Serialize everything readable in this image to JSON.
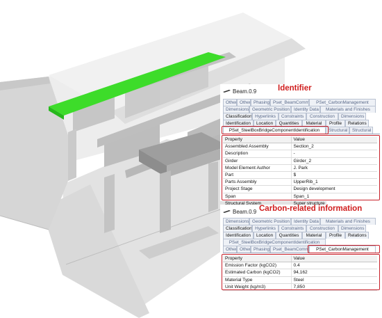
{
  "identifier_panel": {
    "heading": "Identifier",
    "object_name": "Beam.0.9",
    "tab_rows": [
      [
        "Other",
        "Other",
        "Phasing",
        "Pset_BeamCommon",
        "PSet_CarbonManagement"
      ],
      [
        "Dimensions",
        "Geometric Position",
        "Identity Data",
        "Materials and Finishes"
      ],
      [
        "Classification",
        "Hyperlinks",
        "Constraints",
        "Construction",
        "Dimensions"
      ],
      [
        "Identification",
        "Location",
        "Quantities",
        "Material",
        "Profile",
        "Relations"
      ],
      [
        "PSet_SteelBoxBridgeComponentIdentification",
        "Structural",
        "Structural"
      ]
    ],
    "table_header": [
      "Property",
      "Value"
    ],
    "rows": [
      [
        "Assembled Assembly",
        "Section_2"
      ],
      [
        "Description",
        "-"
      ],
      [
        "Girder",
        "Girder_2"
      ],
      [
        "Model Element Author",
        "J. Park"
      ],
      [
        "Part",
        "$"
      ],
      [
        "Parts Assembly",
        "UpperRib_1"
      ],
      [
        "Project Stage",
        "Design development"
      ],
      [
        "Span",
        "Span_1"
      ],
      [
        "Structural System",
        "Super structure"
      ]
    ]
  },
  "carbon_panel": {
    "heading": "Carbon-related information",
    "object_name": "Beam.0.9",
    "tab_rows": [
      [
        "Dimensions",
        "Geometric Position",
        "Identity Data",
        "Materials and Finishes"
      ],
      [
        "Classification",
        "Hyperlinks",
        "Constraints",
        "Construction",
        "Dimensions"
      ],
      [
        "Identification",
        "Location",
        "Quantities",
        "Material",
        "Profile",
        "Relations"
      ],
      [
        "PSet_SteelBoxBridgeComponentIdentification"
      ],
      [
        "Other",
        "Other",
        "Phasing",
        "Pset_BeamCommon",
        "PSet_CarbonManagement"
      ]
    ],
    "table_header": [
      "Property",
      "Value"
    ],
    "rows": [
      [
        "Emission Factor (kgCO2)",
        "0.4"
      ],
      [
        "Estimated Carbon (kgCO2)",
        "94,162"
      ],
      [
        "Material Type",
        "Steel"
      ],
      [
        "Unit Weight (kg/m3)",
        "7,850"
      ]
    ]
  },
  "colors": {
    "highlight": "#3ddc2a",
    "callout": "#c8202a",
    "model_light": "#e6e6e6",
    "model_mid": "#cfcfcf",
    "model_dark": "#a9a9a9"
  },
  "icons": [
    "beam-icon"
  ]
}
